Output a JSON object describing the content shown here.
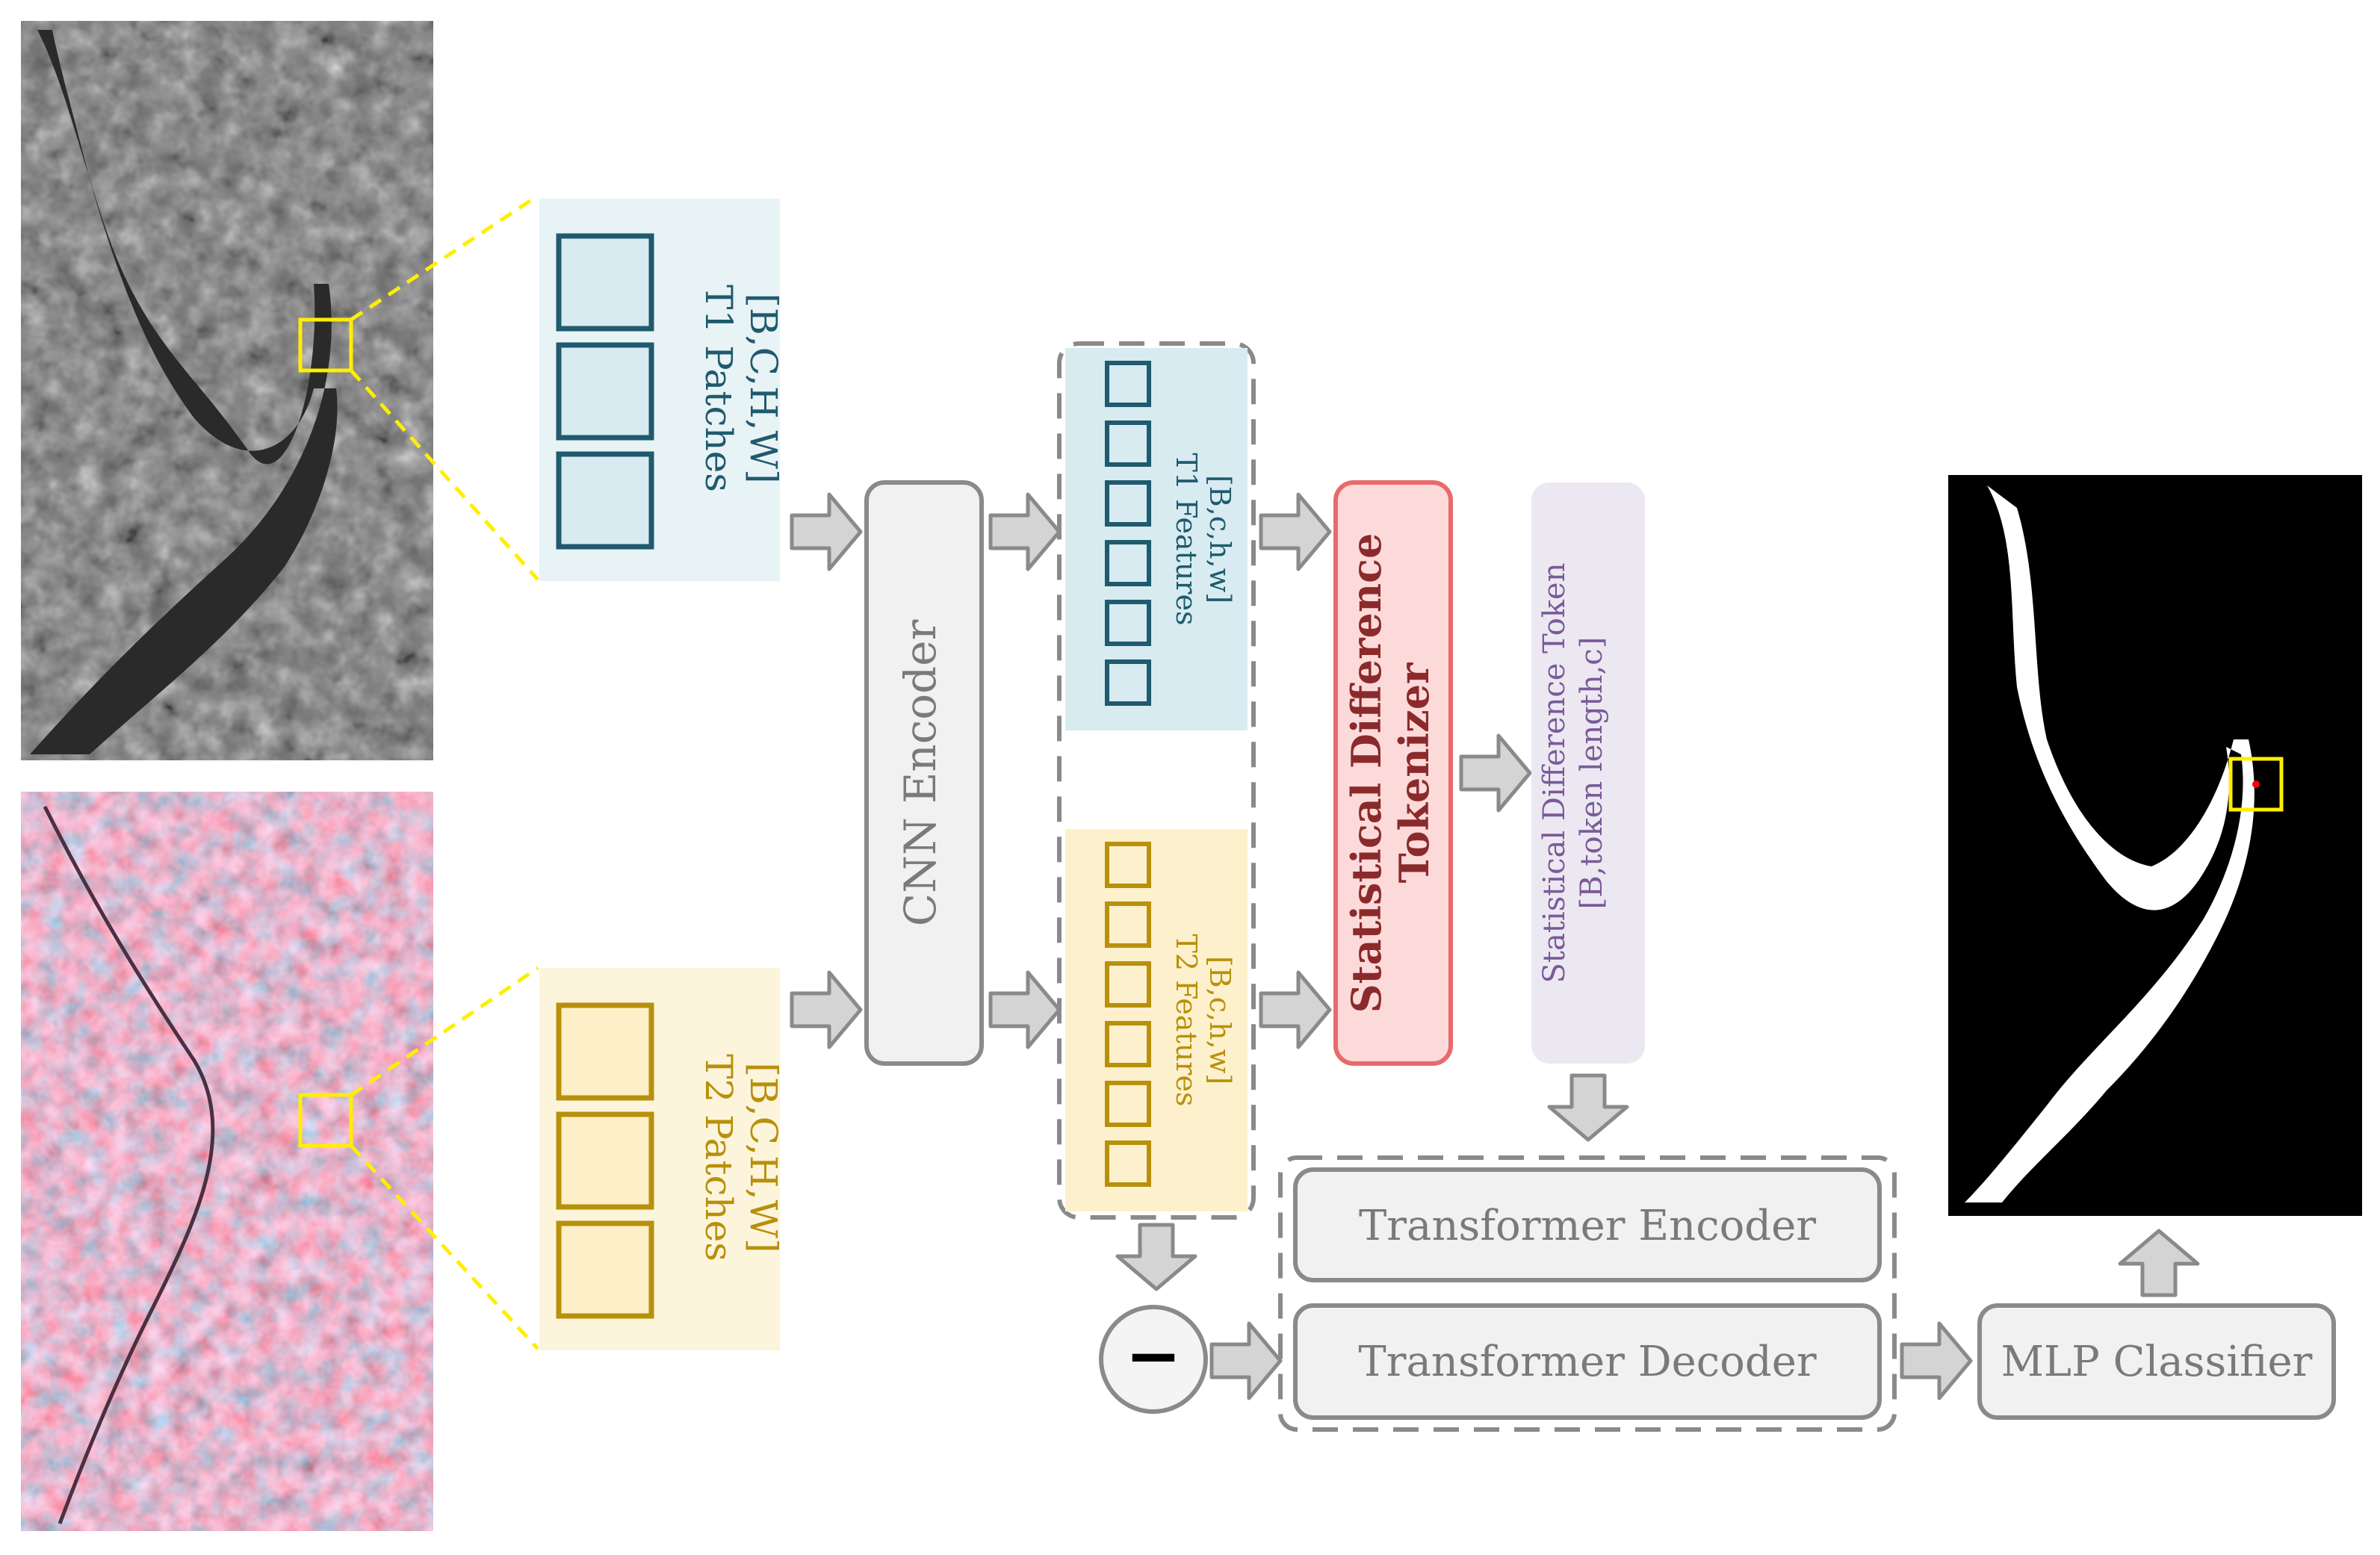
{
  "t1_patches": {
    "title": "T1 Patches",
    "shape": "[B,C,H,W]"
  },
  "t2_patches": {
    "title": "T2 Patches",
    "shape": "[B,C,H,W]"
  },
  "cnn_encoder": {
    "label": "CNN Encoder"
  },
  "t1_features": {
    "title": "T1 Features",
    "shape": "[B,c,h,w]"
  },
  "t2_features": {
    "title": "T2 Features",
    "shape": "[B,c,h,w]"
  },
  "tokenizer": {
    "line1": "Statistical Difference",
    "line2": "Tokenizer"
  },
  "token": {
    "title": "Statistical Difference Token",
    "shape": "[B,token length,c]"
  },
  "transformer_encoder": {
    "label": "Transformer Encoder"
  },
  "transformer_decoder": {
    "label": "Transformer Decoder"
  },
  "subtract": {
    "symbol": "−"
  },
  "mlp": {
    "label": "MLP Classifier"
  },
  "colors": {
    "t1": "#1f5a6e",
    "t2": "#b8900a",
    "tokenizer": "#8b2a2a",
    "token": "#7a5a9a",
    "gray_text": "#7a7a7a",
    "highlight": "#ffee00"
  }
}
